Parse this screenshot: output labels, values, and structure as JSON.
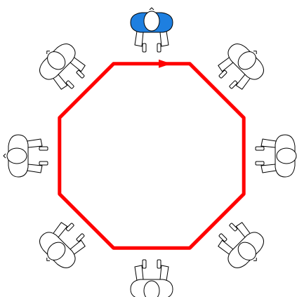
{
  "diagram": {
    "people_count": 8,
    "highlighted_person": 0,
    "direction": "clockwise",
    "colors": {
      "ring": "#ff0000",
      "highlight": "#1e7fe0",
      "outline": "#000000",
      "fill": "#ffffff"
    },
    "icons": {
      "person": "person-top-view-icon",
      "arrow": "arrowhead-icon"
    }
  }
}
